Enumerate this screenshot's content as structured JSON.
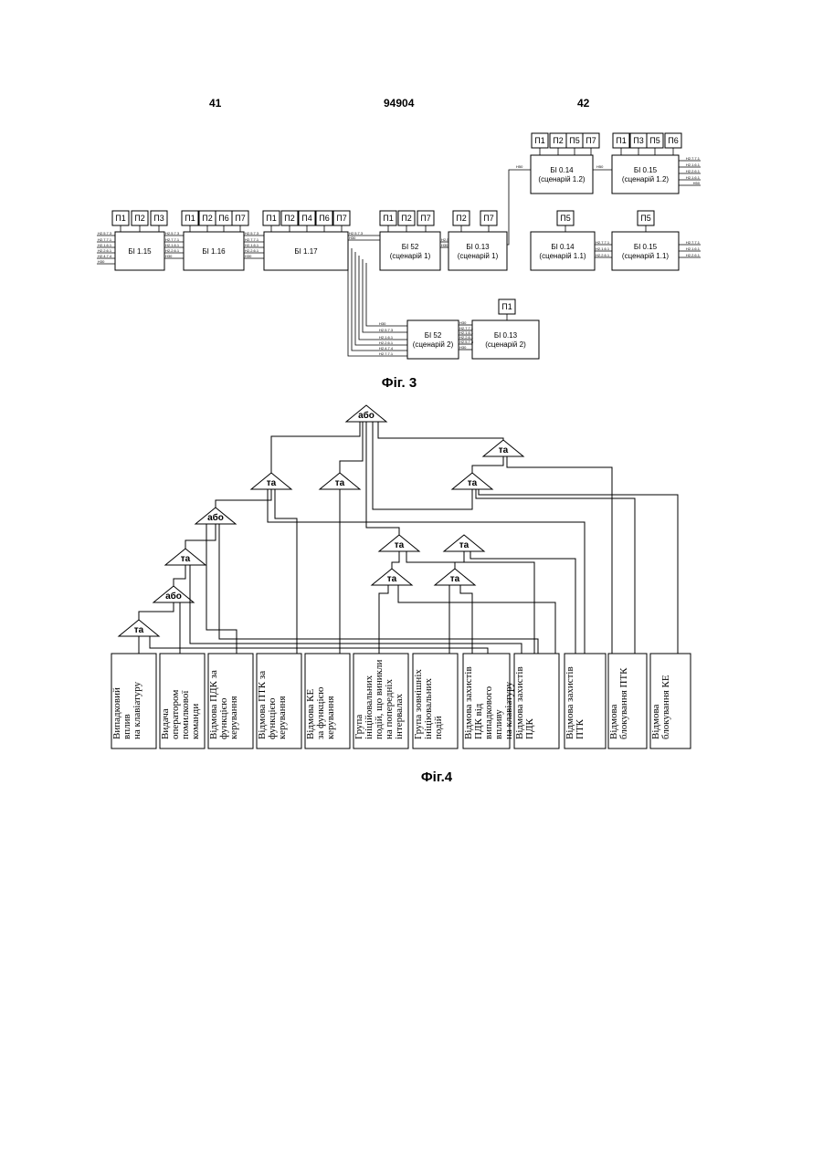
{
  "header": {
    "left": "41",
    "center": "94904",
    "right": "42"
  },
  "fig3": {
    "caption": "Фіг. 3",
    "blocks": {
      "b115": "БІ 1.15",
      "b116": "БІ 1.16",
      "b117": "БІ 1.17",
      "b52s1": [
        "БІ 52",
        "(сценарій 1)"
      ],
      "b013s1": [
        "БІ 0.13",
        "(сценарій 1)"
      ],
      "b014s12": [
        "БІ 0.14",
        "(сценарій 1.2)"
      ],
      "b015s12": [
        "БІ 0.15",
        "(сценарій 1.2)"
      ],
      "b014s11": [
        "БІ 0.14",
        "(сценарій 1.1)"
      ],
      "b015s11": [
        "БІ 0.15",
        "(сценарій 1.1)"
      ],
      "b52s2": [
        "БІ 52",
        "(сценарій 2)"
      ],
      "b013s2": [
        "БІ 0.13",
        "(сценарій 2)"
      ]
    },
    "params": {
      "p1": "П1",
      "p2": "П2",
      "p3": "П3",
      "p4": "П4",
      "p5": "П5",
      "p6": "П6",
      "p7": "П7"
    },
    "signals": {
      "a": "Н2.5.7.3",
      "b": "Н2.7.7.1",
      "c": "Н2.1.6.1",
      "d": "Н2.2.6.1",
      "e": "Н2.4.7.4",
      "h": "Н30",
      "i": "Н50"
    }
  },
  "fig4": {
    "caption": "Фіг.4",
    "gates": {
      "or": "або",
      "and": "та"
    },
    "leaves": [
      [
        "Випадковий",
        "вплив",
        "на клавіатуру"
      ],
      [
        "Видача",
        "оператором",
        "помилкової",
        "команди"
      ],
      [
        "Відмова ПДК за",
        "функцією",
        "керування"
      ],
      [
        "Відмова ПТК за",
        "функцією",
        "керування"
      ],
      [
        "Відмова КЕ",
        "за функцією",
        "керування"
      ],
      [
        "Група",
        "ініційовальних",
        "подій, що виникли",
        "на попередніх",
        "інтервалах"
      ],
      [
        "Група зовнішніх",
        "ініціювальних",
        "подій"
      ],
      [
        "Відмова захистів",
        "ПДК від",
        "випадкового",
        "впливу",
        "на клавіатуру"
      ],
      [
        "Відмова захистів",
        "ПДК"
      ],
      [
        "Відмова захистів",
        "ПТК"
      ],
      [
        "Відмова",
        "блокування ПТК"
      ],
      [
        "Відмова",
        "блокування КЕ"
      ]
    ]
  }
}
